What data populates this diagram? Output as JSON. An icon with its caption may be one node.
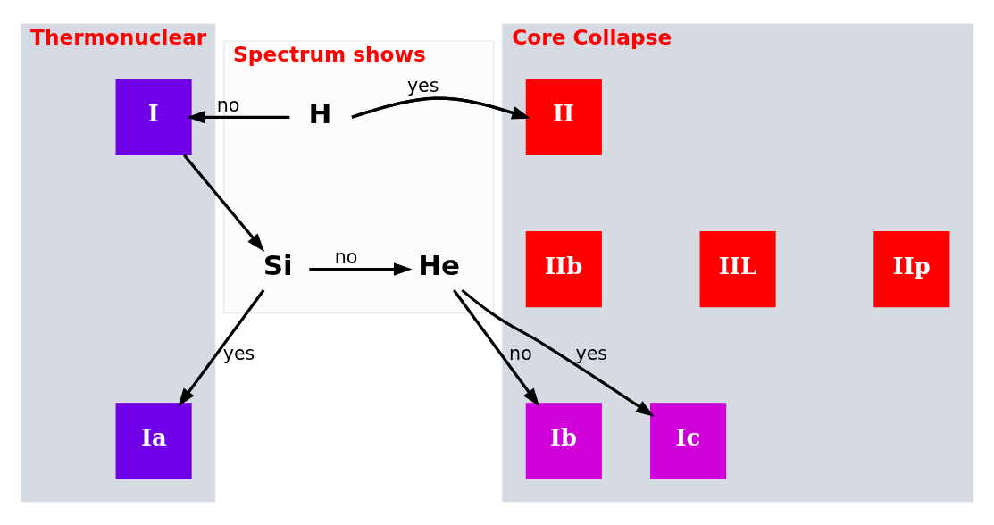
{
  "diagram": {
    "nodes": [
      {
        "text": [
          "Thermonuclear"
        ]
      },
      {
        "text": [
          "I"
        ],
        "in": 0
      },
      {
        "text": [
          "Ia"
        ],
        "in": 0
      },
      {
        "text": [
          "Spectrum shows"
        ]
      },
      {
        "text": [
          "H"
        ],
        "in": 3
      },
      {
        "text": [
          "Si"
        ],
        "in": 3
      },
      {
        "text": [
          "He"
        ],
        "in": 3
      },
      {
        "text": [
          "Core Collapse"
        ]
      },
      {
        "text": [
          "II"
        ],
        "in": 7
      },
      {
        "text": [
          "IIb"
        ],
        "in": 7
      },
      {
        "text": [
          "IIL"
        ],
        "in": 7
      },
      {
        "text": [
          "IIp"
        ],
        "in": 7
      },
      {
        "text": [
          "Ib"
        ],
        "in": 7
      },
      {
        "text": [
          "Ic"
        ],
        "in": 7
      }
    ],
    "edges": [
      {
        "from": 4,
        "to": 1,
        "arrow": "to",
        "label": "no"
      },
      {
        "from": 4,
        "to": 8,
        "arrow": "to",
        "label": "yes"
      },
      {
        "from": 1,
        "to": 5,
        "arrow": "to"
      },
      {
        "from": 5,
        "to": 6,
        "arrow": "to",
        "label": "no"
      },
      {
        "from": 5,
        "to": 2,
        "arrow": "to",
        "label": "yes"
      },
      {
        "from": 6,
        "to": 12,
        "arrow": "to",
        "label": "no"
      },
      {
        "from": 6,
        "to": 13,
        "arrow": "to",
        "label": "yes"
      }
    ]
  }
}
